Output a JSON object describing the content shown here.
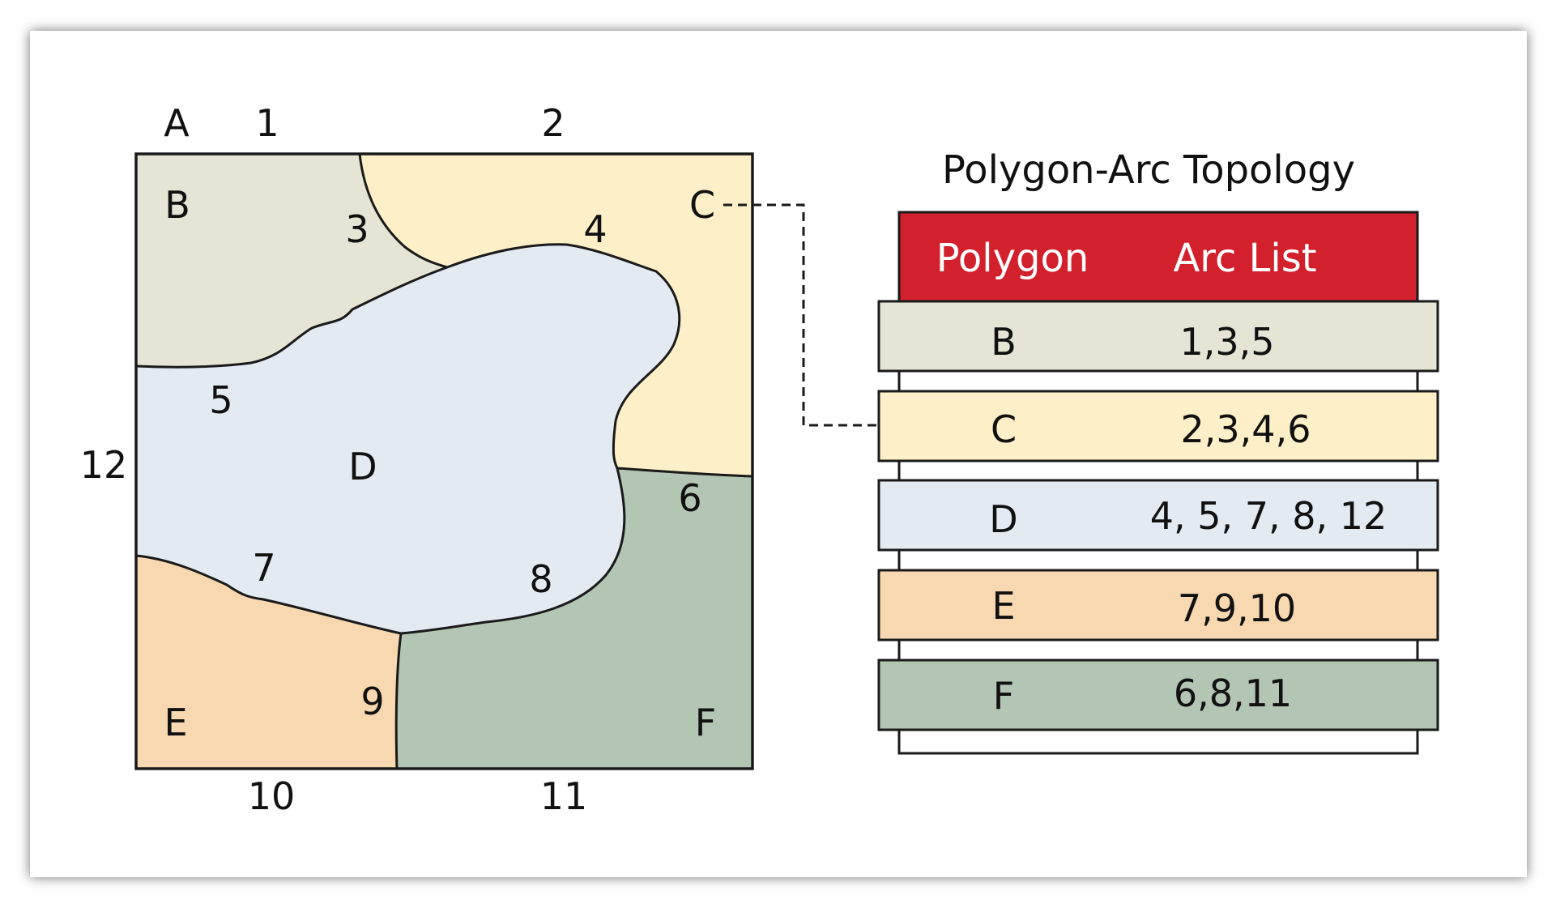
{
  "colors": {
    "B": "#e6e4d5",
    "C": "#fdefc8",
    "D": "#e3eaf2",
    "E": "#f8d8b0",
    "F": "#b3c5b3",
    "header": "#d3202d",
    "outline": "#1a1a1a"
  },
  "map": {
    "point_label": "A",
    "polygon_labels": {
      "B": "B",
      "C": "C",
      "D": "D",
      "E": "E",
      "F": "F"
    },
    "arc_labels": {
      "a1": "1",
      "a2": "2",
      "a3": "3",
      "a4": "4",
      "a5": "5",
      "a6": "6",
      "a7": "7",
      "a8": "8",
      "a9": "9",
      "a10": "10",
      "a11": "11",
      "a12": "12"
    }
  },
  "table": {
    "title": "Polygon-Arc Topology",
    "header_polygon": "Polygon",
    "header_arc_list": "Arc List",
    "rows": [
      {
        "polygon": "B",
        "arcs": "1,3,5",
        "color": "#e6e4d5"
      },
      {
        "polygon": "C",
        "arcs": "2,3,4,6",
        "color": "#fdefc8"
      },
      {
        "polygon": "D",
        "arcs": "4, 5, 7, 8, 12",
        "color": "#e3eaf2"
      },
      {
        "polygon": "E",
        "arcs": "7,9,10",
        "color": "#f8d8b0"
      },
      {
        "polygon": "F",
        "arcs": "6,8,11",
        "color": "#b3c5b3"
      }
    ]
  }
}
